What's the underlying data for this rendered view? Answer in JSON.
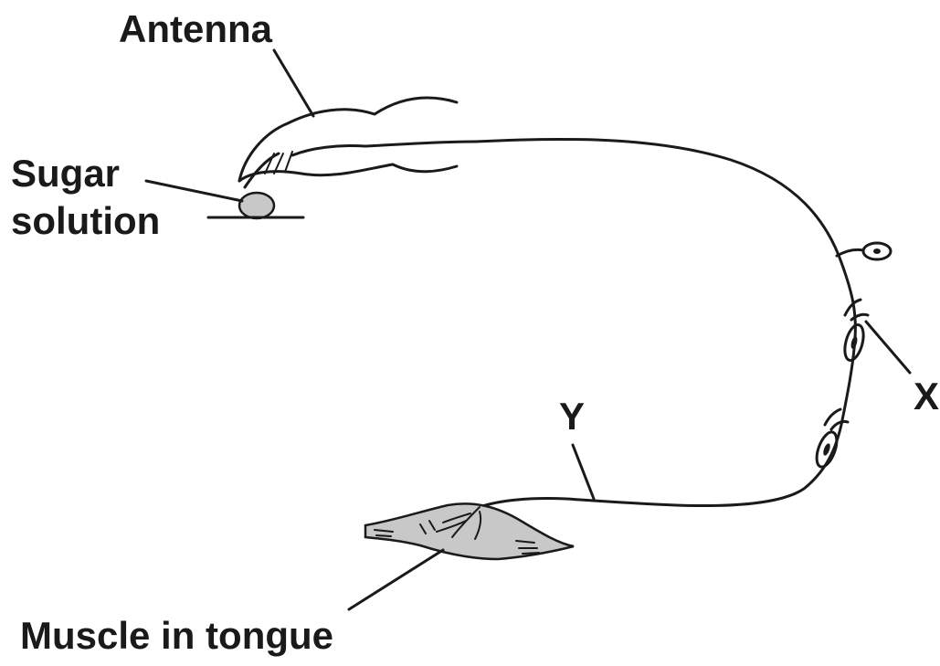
{
  "labels": {
    "antenna": "Antenna",
    "sugar_line1": "Sugar",
    "sugar_line2": "solution",
    "x": "X",
    "y": "Y",
    "muscle": "Muscle in tongue"
  },
  "colors": {
    "ink": "#1a1a1a",
    "shading": "#c8c8c8",
    "background": "#ffffff"
  }
}
